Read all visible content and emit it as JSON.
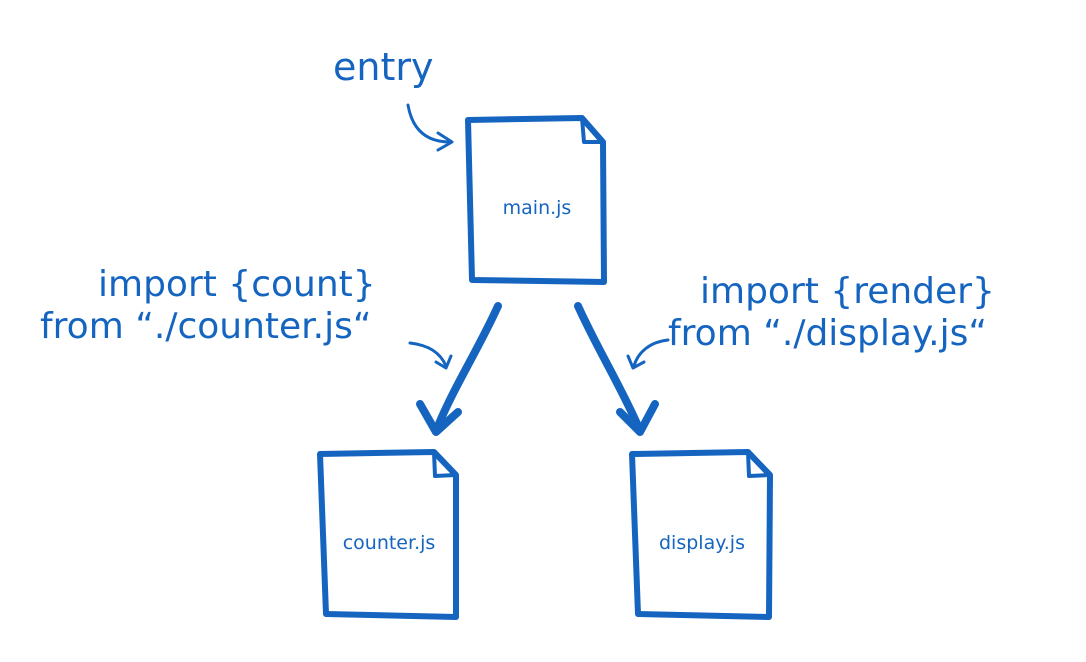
{
  "colors": {
    "ink": "#1565c0",
    "background": "#ffffff"
  },
  "entry_label": "entry",
  "files": {
    "main": "main.js",
    "counter": "counter.js",
    "display": "display.js"
  },
  "imports": {
    "counter": {
      "line1": "import {count}",
      "line2": "from “./counter.js“"
    },
    "display": {
      "line1": "import {render}",
      "line2": "from “./display.js“"
    }
  }
}
